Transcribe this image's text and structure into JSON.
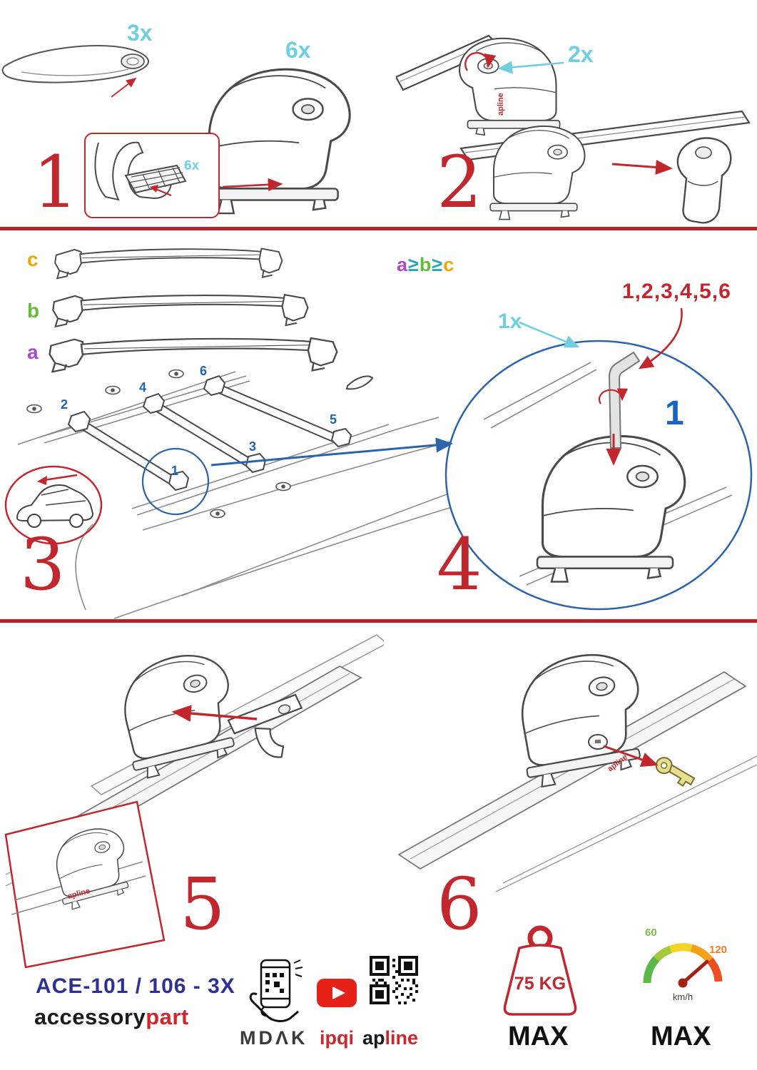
{
  "quantities": {
    "bar": "3x",
    "foot": "6x",
    "inset": "6x",
    "lock": "2x",
    "key": "1x"
  },
  "step_numbers": {
    "s1": "1",
    "s2": "2",
    "s3": "3",
    "s4": "4",
    "s5": "5",
    "s6": "6"
  },
  "bar_labels": {
    "a": "a",
    "b": "b",
    "c": "c"
  },
  "size_rule": {
    "a": "a",
    "ge1": "≥",
    "b": "b",
    "ge2": "≥",
    "c": "c"
  },
  "sequence": "1,2,3,4,5,6",
  "position_callout": "1",
  "positions": {
    "p1": "1",
    "p2": "2",
    "p3": "3",
    "p4": "4",
    "p5": "5",
    "p6": "6"
  },
  "brand_logo": "apline",
  "footer": {
    "model": "ACE-101 / 106 - 3X",
    "brand1_black": "accessory",
    "brand1_red": "part",
    "brand2": "MDΛK",
    "brand3": "ipqi",
    "brand4_black": "ap",
    "brand4_red": "line",
    "weight_value": "75 KG",
    "weight_max_label": "MAX",
    "speed_min": "60",
    "speed_max_tick": "120",
    "speed_unit": "km/h",
    "speed_max_label": "MAX"
  },
  "colors": {
    "accent_red": "#c2272e",
    "cyan": "#6fcfe0",
    "blue": "#1d63b8",
    "navy": "#2e3192",
    "orange": "#f0a500",
    "green": "#63bd39",
    "purple": "#a94bc9"
  }
}
